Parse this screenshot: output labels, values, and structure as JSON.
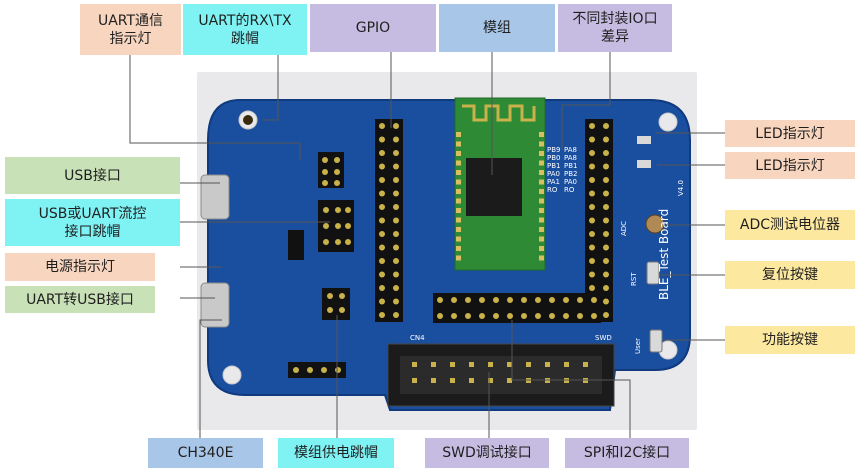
{
  "colors": {
    "orange": "#f7d5bf",
    "cyan": "#7ff2f4",
    "lavender": "#c6bce2",
    "blue": "#a8c6e8",
    "green": "#c8e1b7",
    "yellow": "#fde8a0",
    "board": "#1a4fa0",
    "board_dark": "#133f86",
    "module_green": "#2f8a36",
    "leader": "#555555"
  },
  "labels": {
    "uart_indicator": "UART通信\n指示灯",
    "uart_rxtx_jumper": "UART的RX\\TX\n跳帽",
    "gpio": "GPIO",
    "module": "模组",
    "io_diff": "不同封装IO口\n差异",
    "led1": "LED指示灯",
    "led2": "LED指示灯",
    "usb_port": "USB接口",
    "usb_uart_jumper": "USB或UART流控\n接口跳帽",
    "power_led": "电源指示灯",
    "uart_to_usb": "UART转USB接口",
    "adc_pot": "ADC测试电位器",
    "reset_key": "复位按键",
    "func_key": "功能按键",
    "ch340e": "CH340E",
    "module_power_jumper": "模组供电跳帽",
    "swd_port": "SWD调试接口",
    "spi_i2c": "SPI和I2C接口"
  },
  "board_silk": {
    "title": "BLE_Test Board",
    "version": "V4.0",
    "adc": "ADC",
    "rst": "RST",
    "user": "User",
    "swd": "SWD",
    "cn4": "CN4"
  },
  "module_pins_left": [
    "PB9",
    "PB0",
    "PB1",
    "PA0",
    "PA1",
    "RO"
  ],
  "module_pins_right": [
    "PA8",
    "PA8",
    "PB1",
    "PB2",
    "PA0",
    "RO"
  ]
}
